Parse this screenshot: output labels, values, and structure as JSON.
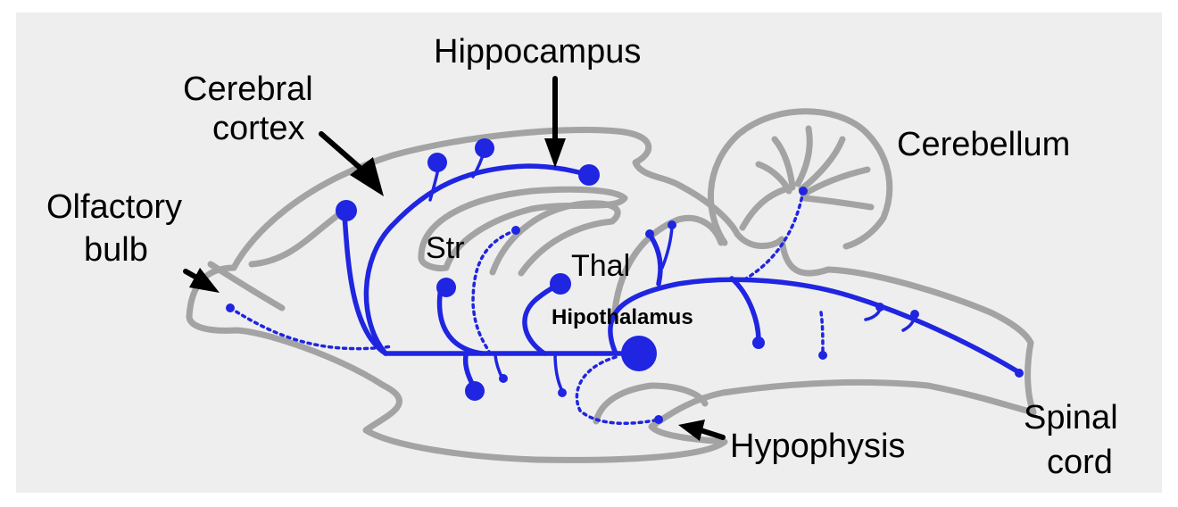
{
  "labels": {
    "hippocampus": "Hippocampus",
    "cerebral_cortex_line1": "Cerebral",
    "cerebral_cortex_line2": "cortex",
    "cerebellum": "Cerebellum",
    "olfactory_bulb_line1": "Olfactory",
    "olfactory_bulb_line2": "bulb",
    "striatum": "Str",
    "thalamus": "Thal",
    "hypothalamus": "Hipothalamus",
    "hypophysis": "Hypophysis",
    "spinal_cord_line1": "Spinal",
    "spinal_cord_line2": "cord"
  },
  "colors": {
    "panel_background": "#eeeeee",
    "brain_outline": "#a3a3a3",
    "projection": "#1f25e0",
    "arrow": "#000000"
  }
}
